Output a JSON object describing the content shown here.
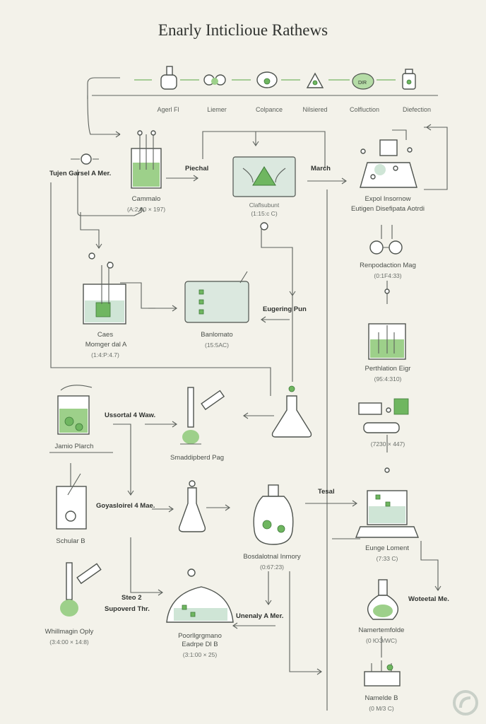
{
  "title": "Enarly Inticlioue Rathews",
  "top_stages": [
    {
      "label": "Agerl Fl",
      "icon": "flask-head-icon"
    },
    {
      "label": "Liemer",
      "icon": "molecule-icon"
    },
    {
      "label": "Colpance",
      "icon": "cloud-molecule-icon"
    },
    {
      "label": "Nilsiered",
      "icon": "triangle-icon"
    },
    {
      "label": "Colfluction",
      "icon": "bowl-icon"
    },
    {
      "label": "Diefection",
      "icon": "jar-icon"
    }
  ],
  "steps": {
    "tujen": "Tujen Garsel A Mer.",
    "cammalo": {
      "name": "Cammalo",
      "value": "(A:2:00 × 197)"
    },
    "piechal": "Piechal",
    "clafsubunt": {
      "name": "Claflsubunt",
      "value": "(1:15:c C)"
    },
    "march": "March",
    "expol": {
      "name": "Expol Insornow",
      "sub": "Eutigen Disefipata Aotrdi"
    },
    "repond": {
      "name": "Renpodaction Mag",
      "value": "(0:1F4:33)"
    },
    "caes": {
      "name": "Caes",
      "sub": "Momger dal A",
      "value": "(1:4:P:4.7)"
    },
    "banlomato": {
      "name": "Banlomato",
      "value": "(15:5AC)"
    },
    "eugering": "Eugering Pun",
    "perthlation": {
      "name": "Perthlation Eigr",
      "value": "(95:4:310)"
    },
    "gauge_value": "(7230 × 447)",
    "unsortal": "Ussortal 4 Waw.",
    "jamio": "Jamio Plarch",
    "smaddipberd": "Smaddipberd Pag",
    "total": "Tesal",
    "goyastorel": "Goyasloirel 4 Mae.",
    "eunge": {
      "name": "Eunge Loment",
      "value": "(7:33 C)"
    },
    "bosdal": {
      "name": "Bosdalotnal Inmory",
      "value": "(0:67:23)"
    },
    "schular": "Schular B",
    "step2": "Steo 2",
    "suporverd": "Supoverd Thr.",
    "weteetal": "Woteetal Me.",
    "whillmagin": {
      "name": "Whillmagin Oply",
      "value": "(3:4:00 × 14:8)"
    },
    "poorllg": {
      "name": "Poorllgrgmano",
      "sub": "Eadrpe Dl B",
      "value": "(3:1:00 × 25)"
    },
    "unenaly": "Unenaly A Mer.",
    "namertemfolde": {
      "name": "Namertemfolde",
      "value": "(0 ЮЭ/WC)"
    },
    "namelde": {
      "name": "Namelde B",
      "value": "(0 M/3 C)"
    }
  },
  "colors": {
    "background": "#f3f2ea",
    "accent_green": "#8cbf7a",
    "liquid_green": "#6fb660",
    "ink": "#4e534e"
  }
}
